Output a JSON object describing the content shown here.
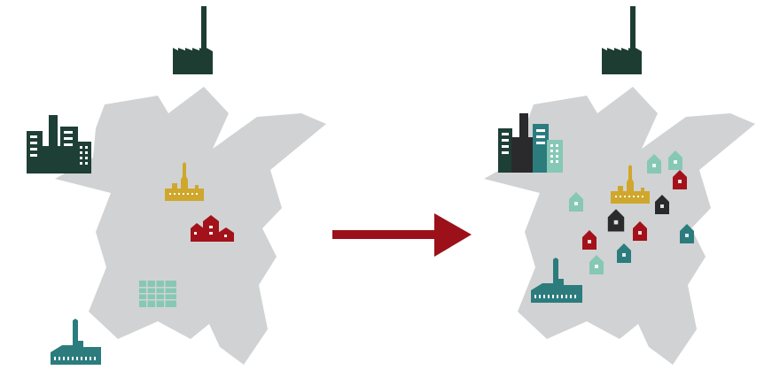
{
  "colors": {
    "background": "#ffffff",
    "land": "#d1d2d3",
    "factory_dark": "#1d3d33",
    "city_dark": "#1e3f35",
    "teal": "#2c7c7e",
    "mint": "#86c8b5",
    "gold": "#cfa72c",
    "red": "#a3121a",
    "charcoal": "#2a2a2c",
    "arrow": "#9c1119"
  },
  "left_scene": {
    "icons": [
      "factory-icon",
      "industrial-city-icon",
      "church-town-icon",
      "houses-icon",
      "apartment-block-icon",
      "harbor-factory-icon"
    ]
  },
  "arrow": {
    "icon": "arrow-right-icon"
  },
  "right_scene": {
    "icons": [
      "factory-icon",
      "mixed-city-skyline-icon",
      "church-town-icon",
      "harbor-factory-icon"
    ],
    "houses": [
      {
        "color": "mint"
      },
      {
        "color": "mint"
      },
      {
        "color": "red"
      },
      {
        "color": "mint"
      },
      {
        "color": "charcoal"
      },
      {
        "color": "charcoal"
      },
      {
        "color": "red"
      },
      {
        "color": "teal"
      },
      {
        "color": "red"
      },
      {
        "color": "teal"
      },
      {
        "color": "mint"
      }
    ]
  }
}
